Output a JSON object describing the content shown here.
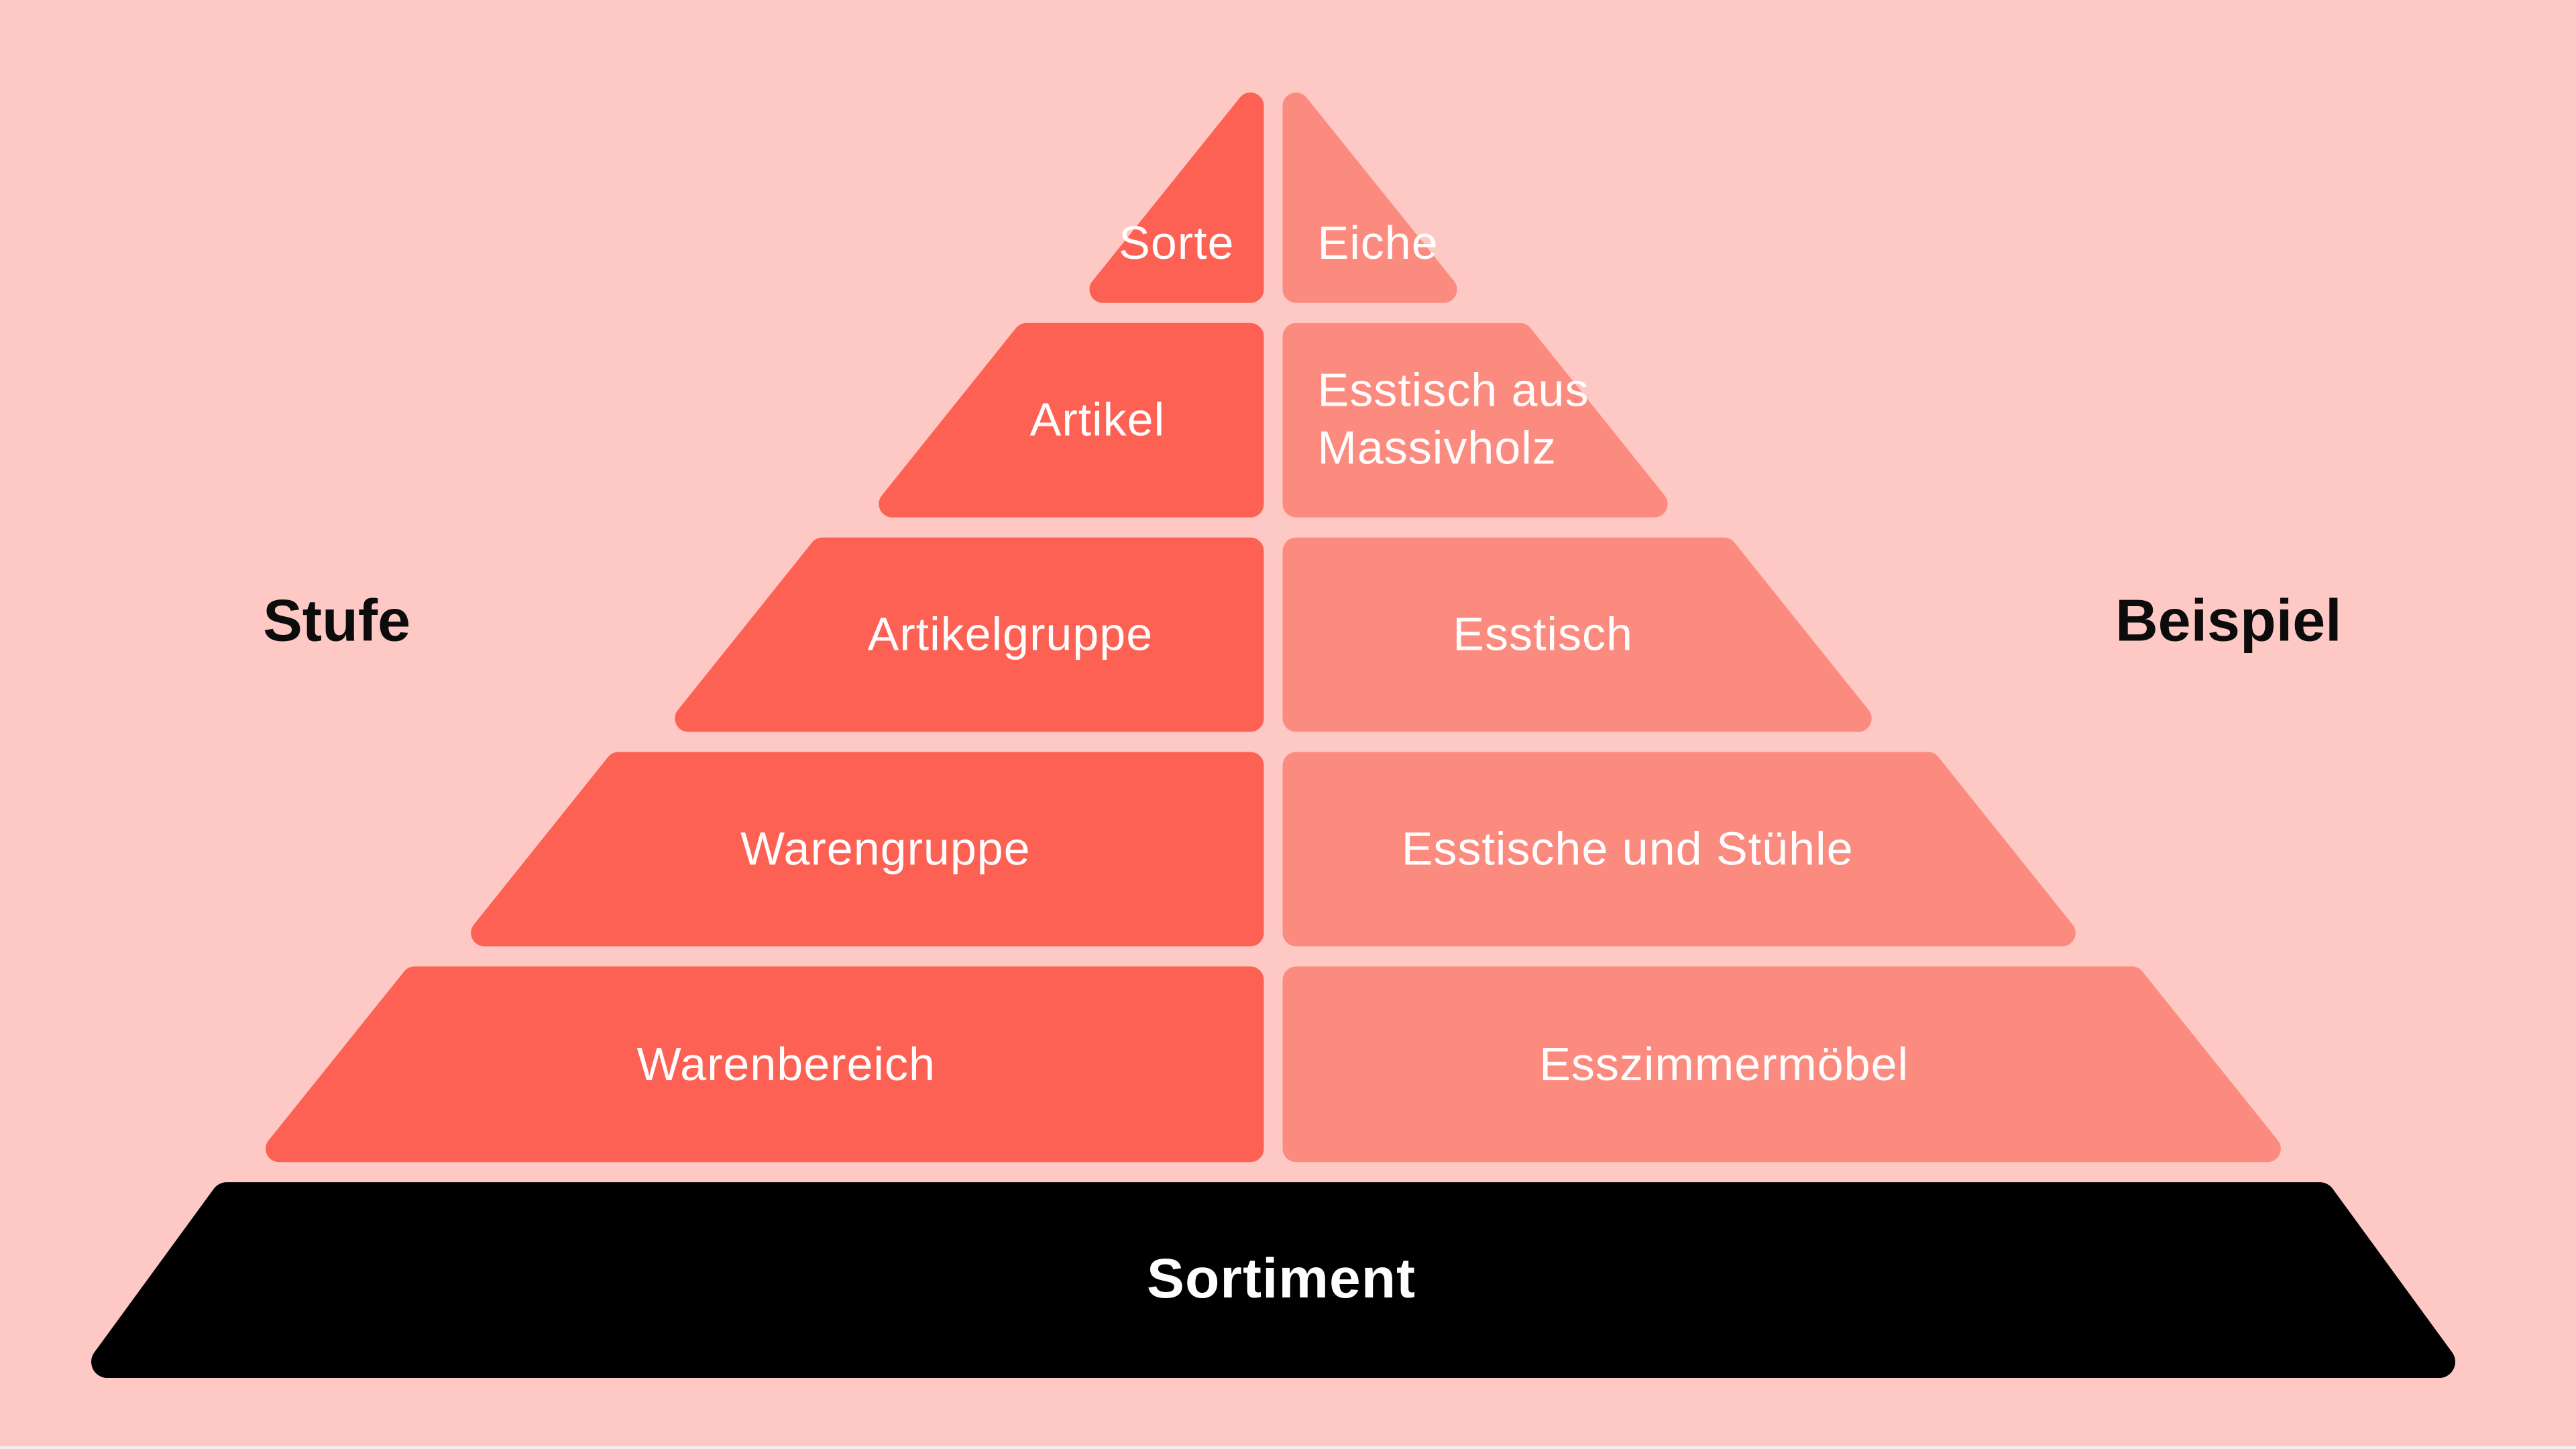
{
  "colors": {
    "background": "#fec9c4",
    "stufe_fill": "#fc6154",
    "beispiel_fill": "#fc8b7f",
    "base_fill": "#000000",
    "label_light": "#fffdfd",
    "label_dark": "#0d0c0c",
    "bottom_strip": "#f2f0ef"
  },
  "column_headers": {
    "left": "Stufe",
    "right": "Beispiel"
  },
  "pyramid": {
    "base_label": "Sortiment",
    "levels": [
      {
        "id": "sorte",
        "stufe": "Sorte",
        "beispiel": "Eiche"
      },
      {
        "id": "artikel",
        "stufe": "Artikel",
        "beispiel_line1": "Esstisch aus",
        "beispiel_line2": "Massivholz"
      },
      {
        "id": "artikelgruppe",
        "stufe": "Artikelgruppe",
        "beispiel": "Esstisch"
      },
      {
        "id": "warengruppe",
        "stufe": "Warengruppe",
        "beispiel": "Esstische und Stühle"
      },
      {
        "id": "warenbereich",
        "stufe": "Warenbereich",
        "beispiel": "Esszimmermöbel"
      }
    ]
  }
}
